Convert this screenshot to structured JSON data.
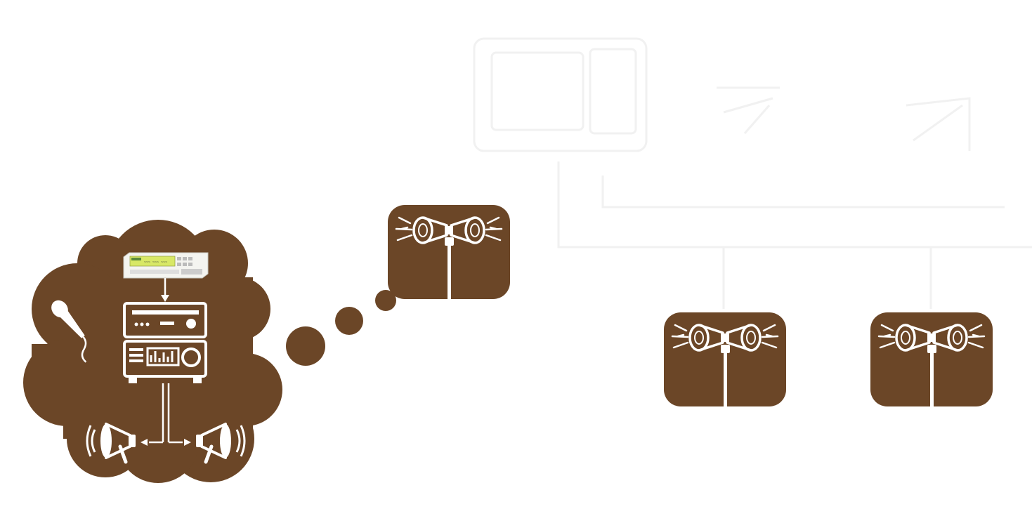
{
  "colors": {
    "brand": "#6b4627",
    "foreground": "#ffffff",
    "faint_outline": "#f1f1f1",
    "lcd_screen": "#d8e866",
    "lcd_logo": "#5a8a3a"
  },
  "cloud": {
    "items": [
      {
        "name": "microphone",
        "icon": "microphone-icon"
      },
      {
        "name": "controller",
        "icon": "controller-unit-icon"
      },
      {
        "name": "cd-player",
        "icon": "cd-player-icon"
      },
      {
        "name": "amplifier",
        "icon": "amplifier-icon"
      },
      {
        "name": "horn-speaker-left",
        "icon": "horn-speaker-icon"
      },
      {
        "name": "horn-speaker-right",
        "icon": "horn-speaker-icon"
      }
    ]
  },
  "connector": {
    "bubbles": 3
  },
  "speaker_boxes": [
    {
      "name": "speaker-box-near",
      "icon": "dual-horn-speaker-pole-icon"
    },
    {
      "name": "speaker-box-mid",
      "icon": "dual-horn-speaker-pole-icon"
    },
    {
      "name": "speaker-box-right",
      "icon": "dual-horn-speaker-pole-icon"
    }
  ],
  "faint_background": {
    "icons": [
      "devices-icon",
      "signal-waves-icon",
      "broadcast-icon"
    ]
  }
}
